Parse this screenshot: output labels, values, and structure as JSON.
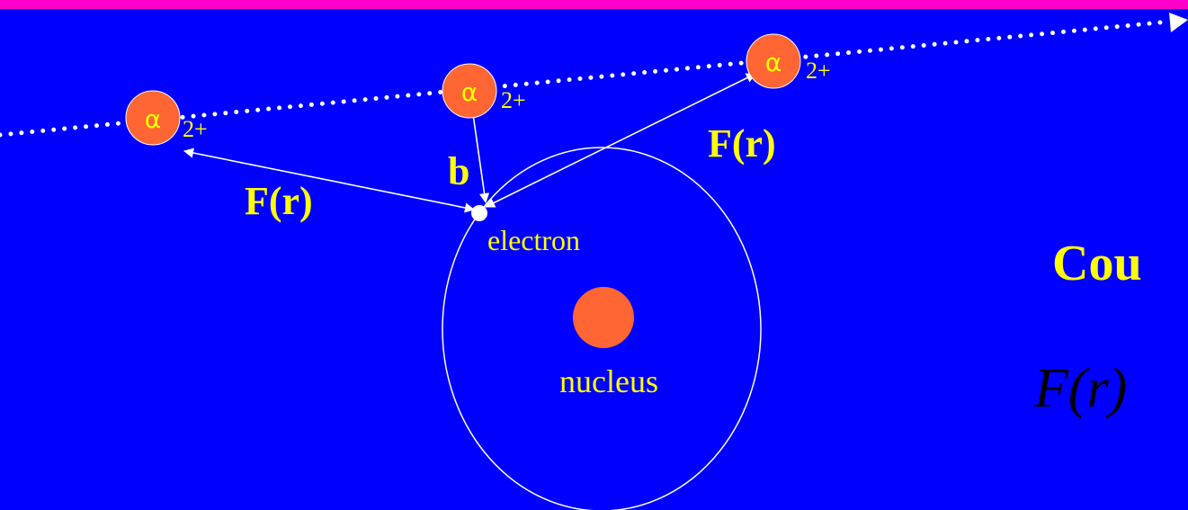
{
  "colors": {
    "background": "#0000ff",
    "top_bar": "#ff00cc",
    "particle": "#ff6633",
    "text": "#ffff00",
    "lines": "#ffffff"
  },
  "particles": [
    {
      "symbol": "α",
      "charge": "2+"
    },
    {
      "symbol": "α",
      "charge": "2+"
    },
    {
      "symbol": "α",
      "charge": "2+"
    }
  ],
  "labels": {
    "force_left": "F(r)",
    "force_right": "F(r)",
    "impact_parameter": "b",
    "electron": "electron",
    "nucleus": "nucleus",
    "title_partial": "Cou",
    "formula_partial": "F(r)"
  }
}
